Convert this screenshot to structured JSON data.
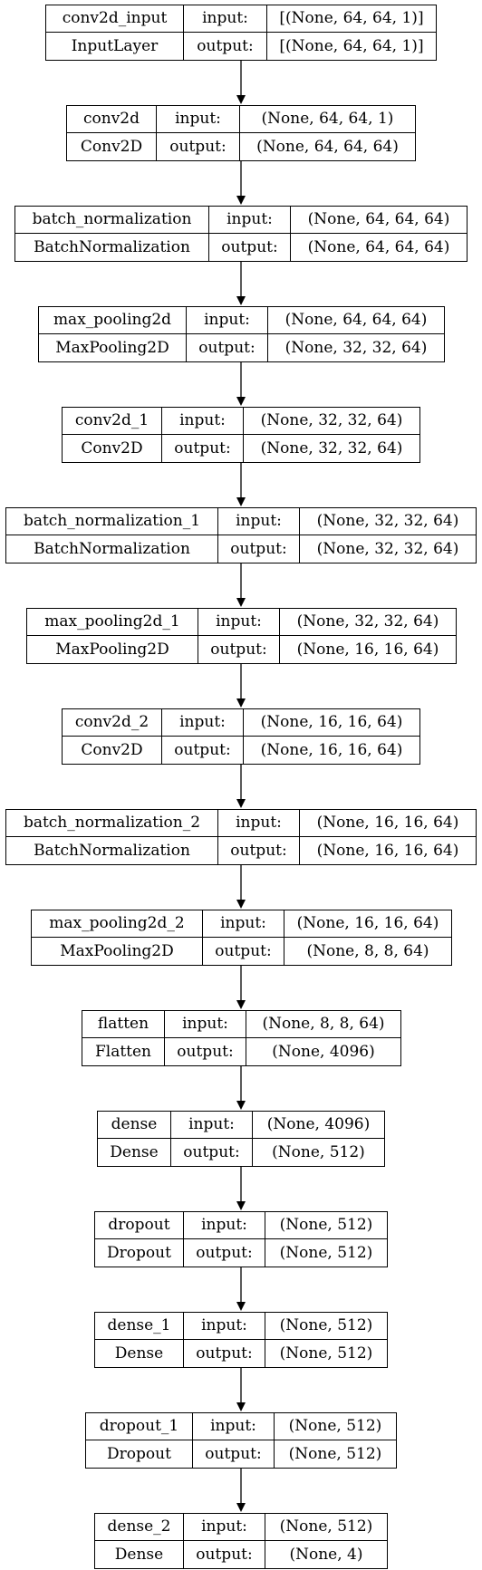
{
  "layers": [
    {
      "name": "conv2d_input",
      "type": "InputLayer",
      "input_label": "input:",
      "output_label": "output:",
      "input": "[(None, 64, 64, 1)]",
      "output": "[(None, 64, 64, 1)]"
    },
    {
      "name": "conv2d",
      "type": "Conv2D",
      "input_label": "input:",
      "output_label": "output:",
      "input": "(None, 64, 64, 1)",
      "output": "(None, 64, 64, 64)"
    },
    {
      "name": "batch_normalization",
      "type": "BatchNormalization",
      "input_label": "input:",
      "output_label": "output:",
      "input": "(None, 64, 64, 64)",
      "output": "(None, 64, 64, 64)"
    },
    {
      "name": "max_pooling2d",
      "type": "MaxPooling2D",
      "input_label": "input:",
      "output_label": "output:",
      "input": "(None, 64, 64, 64)",
      "output": "(None, 32, 32, 64)"
    },
    {
      "name": "conv2d_1",
      "type": "Conv2D",
      "input_label": "input:",
      "output_label": "output:",
      "input": "(None, 32, 32, 64)",
      "output": "(None, 32, 32, 64)"
    },
    {
      "name": "batch_normalization_1",
      "type": "BatchNormalization",
      "input_label": "input:",
      "output_label": "output:",
      "input": "(None, 32, 32, 64)",
      "output": "(None, 32, 32, 64)"
    },
    {
      "name": "max_pooling2d_1",
      "type": "MaxPooling2D",
      "input_label": "input:",
      "output_label": "output:",
      "input": "(None, 32, 32, 64)",
      "output": "(None, 16, 16, 64)"
    },
    {
      "name": "conv2d_2",
      "type": "Conv2D",
      "input_label": "input:",
      "output_label": "output:",
      "input": "(None, 16, 16, 64)",
      "output": "(None, 16, 16, 64)"
    },
    {
      "name": "batch_normalization_2",
      "type": "BatchNormalization",
      "input_label": "input:",
      "output_label": "output:",
      "input": "(None, 16, 16, 64)",
      "output": "(None, 16, 16, 64)"
    },
    {
      "name": "max_pooling2d_2",
      "type": "MaxPooling2D",
      "input_label": "input:",
      "output_label": "output:",
      "input": "(None, 16, 16, 64)",
      "output": "(None, 8, 8, 64)"
    },
    {
      "name": "flatten",
      "type": "Flatten",
      "input_label": "input:",
      "output_label": "output:",
      "input": "(None, 8, 8, 64)",
      "output": "(None, 4096)"
    },
    {
      "name": "dense",
      "type": "Dense",
      "input_label": "input:",
      "output_label": "output:",
      "input": "(None, 4096)",
      "output": "(None, 512)"
    },
    {
      "name": "dropout",
      "type": "Dropout",
      "input_label": "input:",
      "output_label": "output:",
      "input": "(None, 512)",
      "output": "(None, 512)"
    },
    {
      "name": "dense_1",
      "type": "Dense",
      "input_label": "input:",
      "output_label": "output:",
      "input": "(None, 512)",
      "output": "(None, 512)"
    },
    {
      "name": "dropout_1",
      "type": "Dropout",
      "input_label": "input:",
      "output_label": "output:",
      "input": "(None, 512)",
      "output": "(None, 512)"
    },
    {
      "name": "dense_2",
      "type": "Dense",
      "input_label": "input:",
      "output_label": "output:",
      "input": "(None, 512)",
      "output": "(None, 4)"
    }
  ]
}
